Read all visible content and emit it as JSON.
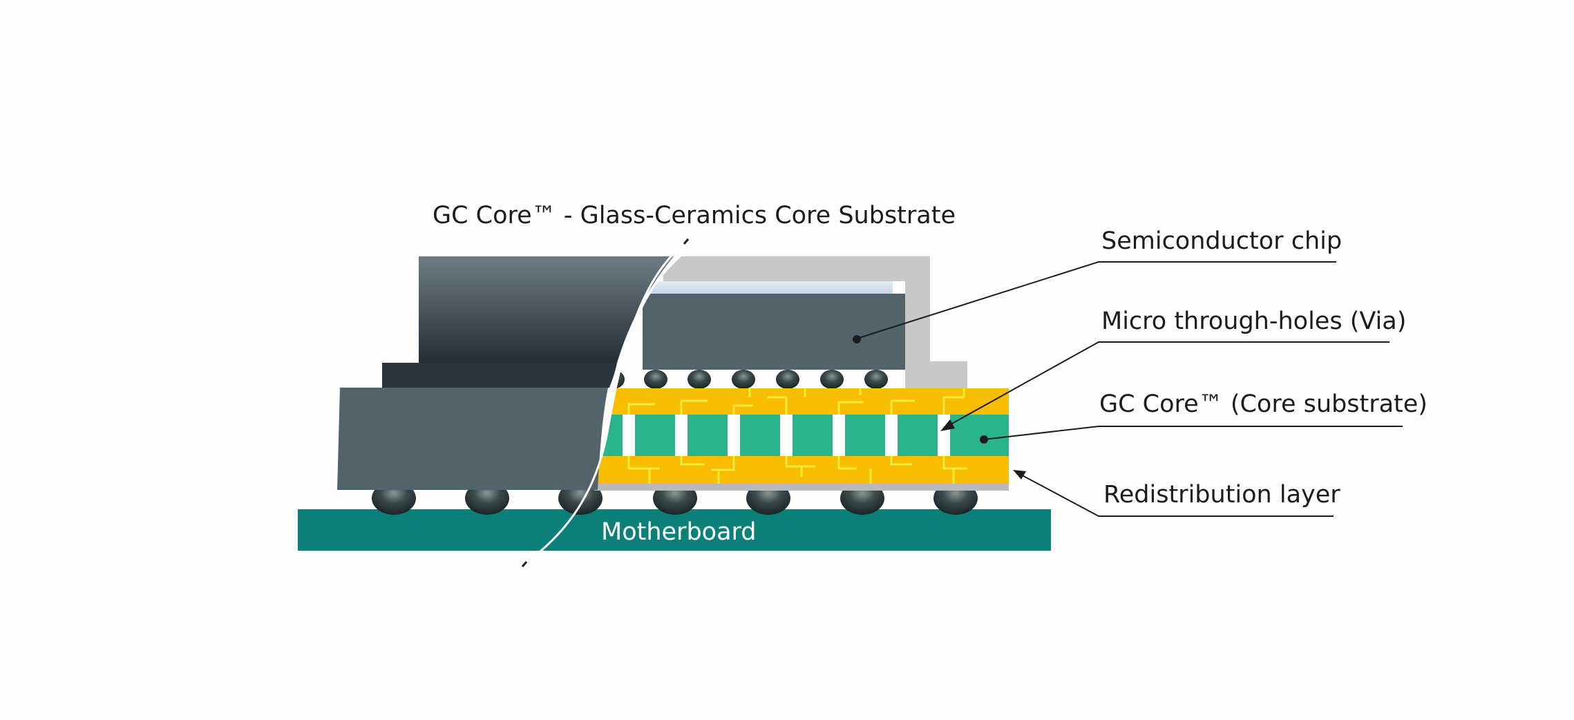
{
  "title": "GC Core™ - Glass-Ceramics Core Substrate",
  "labels": {
    "chip": "Semiconductor chip",
    "via": "Micro through-holes (Via)",
    "core": "GC Core™ (Core substrate)",
    "rdl": "Redistribution layer",
    "motherboard": "Motherboard"
  },
  "colors": {
    "motherboard": "#0b8079",
    "core_glass": "#2ab48b",
    "redistribution": "#f7bd00",
    "wiring": "#f5e93c",
    "chip": "#53636c",
    "lid": "#c8c8c8",
    "casing_dark": "#3a4750"
  }
}
